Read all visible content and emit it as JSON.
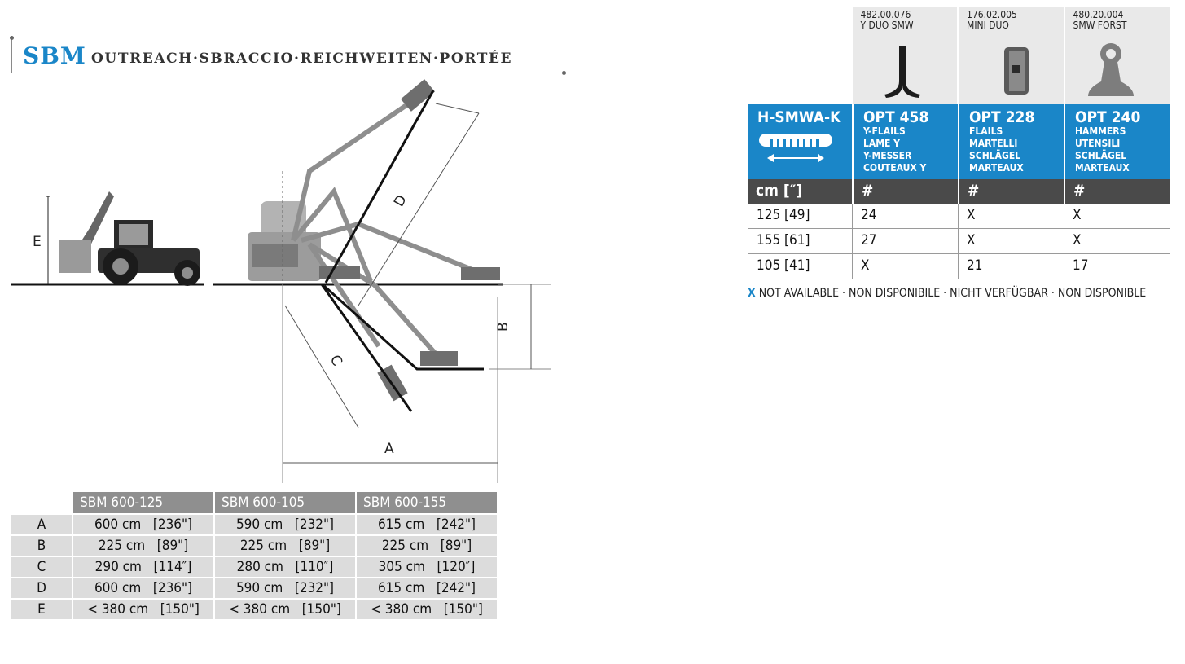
{
  "header": {
    "brand": "SBM",
    "subtitle": "OUTREACH·SBRACCIO·REICHWEITEN·PORTÉE"
  },
  "diagram": {
    "labels": {
      "a": "A",
      "b": "B",
      "c": "C",
      "d": "D",
      "e": "E"
    }
  },
  "spec_table": {
    "columns": [
      "SBM 600-125",
      "SBM 600-105",
      "SBM 600-155"
    ],
    "rows": [
      {
        "label": "A",
        "values": [
          "600 cm   [236\"]",
          "590 cm   [232\"]",
          "615 cm   [242\"]"
        ]
      },
      {
        "label": "B",
        "values": [
          "225 cm   [89\"]",
          "225 cm   [89\"]",
          "225 cm   [89\"]"
        ]
      },
      {
        "label": "C",
        "values": [
          "290 cm   [114″]",
          "280 cm   [110″]",
          "305 cm   [120″]"
        ]
      },
      {
        "label": "D",
        "values": [
          "600 cm   [236\"]",
          "590 cm   [232\"]",
          "615 cm   [242\"]"
        ]
      },
      {
        "label": "E",
        "values": [
          "< 380 cm   [150\"]",
          "< 380 cm   [150\"]",
          "< 380 cm   [150\"]"
        ]
      }
    ]
  },
  "options": {
    "parts": [
      {
        "code": "482.00.076",
        "name": "Y DUO SMW",
        "icon": "y-flail-icon"
      },
      {
        "code": "176.02.005",
        "name": "MINI DUO",
        "icon": "flail-block-icon"
      },
      {
        "code": "480.20.004",
        "name": "SMW FORST",
        "icon": "hammer-icon"
      }
    ],
    "rotor": {
      "title": "H-SMWA-K",
      "icon": "rotor-width-icon"
    },
    "heads": [
      {
        "title": "OPT 458",
        "lines": [
          "Y-FLAILS",
          "LAME Y",
          "Y-MESSER",
          "COUTEAUX Y"
        ]
      },
      {
        "title": "OPT 228",
        "lines": [
          "FLAILS",
          "MARTELLI",
          "SCHLÄGEL",
          "MARTEAUX"
        ]
      },
      {
        "title": "OPT 240",
        "lines": [
          "HAMMERS",
          "UTENSILI",
          "SCHLÄGEL",
          "MARTEAUX"
        ]
      }
    ],
    "col_headers": [
      "cm [″]",
      "#",
      "#",
      "#"
    ],
    "rows": [
      [
        "125 [49]",
        "24",
        "X",
        "X"
      ],
      [
        "155 [61]",
        "27",
        "X",
        "X"
      ],
      [
        "105 [41]",
        "X",
        "21",
        "17"
      ]
    ],
    "note_mark": "X",
    "note_text": " NOT AVAILABLE · NON DISPONIBILE · NICHT VERFÜGBAR · NON DISPONIBLE"
  },
  "colors": {
    "accent": "#1a86c8",
    "header_grey": "#8f8f8f",
    "dark_row": "#4a4a4a"
  }
}
